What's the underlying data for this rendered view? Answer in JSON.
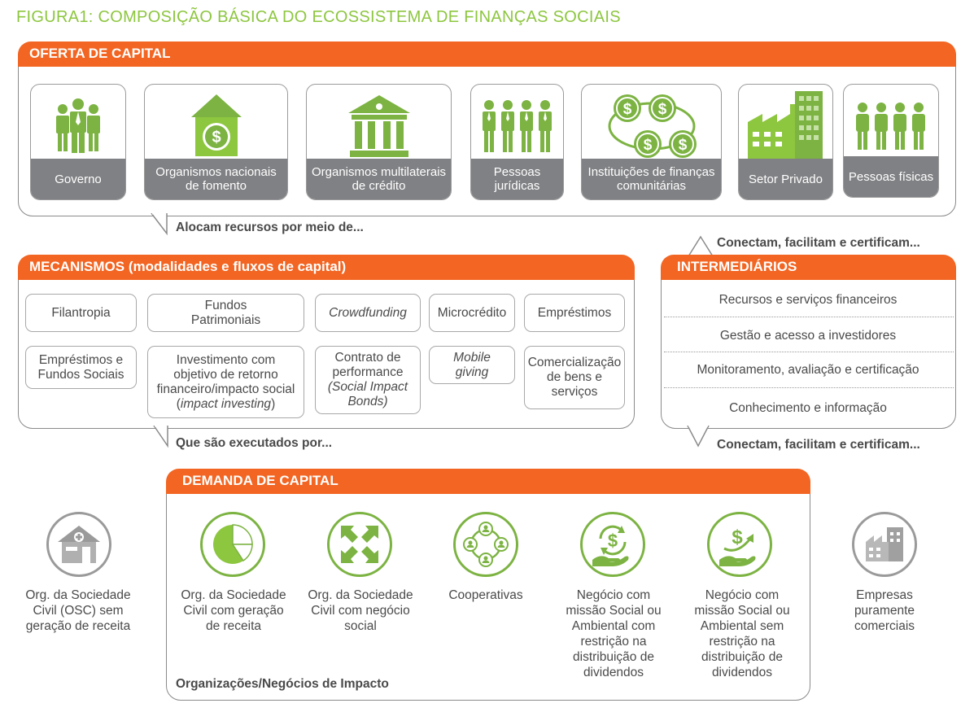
{
  "figure_title": "FIGURA1: COMPOSIÇÃO BÁSICA DO ECOSSISTEMA DE FINANÇAS SOCIAIS",
  "colors": {
    "accent": "#f26522",
    "green": "#7cb342",
    "gray_label": "#808184"
  },
  "supply": {
    "header": "OFERTA DE CAPITAL",
    "cards": [
      {
        "icon": "government-people-icon",
        "label": "Governo"
      },
      {
        "icon": "bank-house-icon",
        "label": "Organismos nacionais de fomento"
      },
      {
        "icon": "institution-building-icon",
        "label": "Organismos multilaterais de crédito"
      },
      {
        "icon": "business-people-icon",
        "label": "Pessoas jurídicas"
      },
      {
        "icon": "money-network-icon",
        "label": "Instituições de finanças comunitárias"
      },
      {
        "icon": "factory-icon",
        "label": "Setor Privado"
      },
      {
        "icon": "people-icon",
        "label": "Pessoas físicas"
      }
    ],
    "connector": "Alocam recursos por meio de..."
  },
  "mechanisms": {
    "header": "MECANISMOS (modalidades e fluxos de capital)",
    "items": [
      "Filantropia",
      "Fundos Patrimoniais",
      "Crowdfunding",
      "Microcrédito",
      "Empréstimos",
      "Empréstimos e Fundos Sociais",
      "Investimento com objetivo de retorno financeiro/impacto social (",
      "impact investing",
      ")",
      "Contrato de performance",
      "(Social Impact Bonds)",
      "Mobile giving",
      "Comercialização de bens e serviços"
    ],
    "connector": "Que são executados por..."
  },
  "intermediaries": {
    "header": "INTERMEDIÁRIOS",
    "items": [
      "Recursos e serviços financeiros",
      "Gestão e acesso a investidores",
      "Monitoramento, avaliação e certificação",
      "Conhecimento e informação"
    ],
    "connector_top": "Conectam, facilitam e certificam...",
    "connector_bottom": "Conectam, facilitam e certificam..."
  },
  "demand": {
    "header": "DEMANDA DE CAPITAL",
    "outside_left": {
      "icon": "house-icon",
      "label": "Org. da Sociedade Civil (OSC) sem geração de receita"
    },
    "items": [
      {
        "icon": "pie-chart-icon",
        "label": "Org. da Sociedade Civil com geração de receita"
      },
      {
        "icon": "arrows-inward-icon",
        "label": "Org. da Sociedade Civil com negócio social"
      },
      {
        "icon": "cooperative-icon",
        "label": "Cooperativas"
      },
      {
        "icon": "hand-dollar-cycle-icon",
        "label": "Negócio com missão Social ou Ambiental com restrição na distribuição de dividendos"
      },
      {
        "icon": "hand-dollar-growth-icon",
        "label": "Negócio com missão Social ou Ambiental sem restrição na distribuição de dividendos"
      }
    ],
    "outside_right": {
      "icon": "commercial-building-icon",
      "label": "Empresas puramente comerciais"
    },
    "footer": "Organizações/Negócios de Impacto"
  }
}
